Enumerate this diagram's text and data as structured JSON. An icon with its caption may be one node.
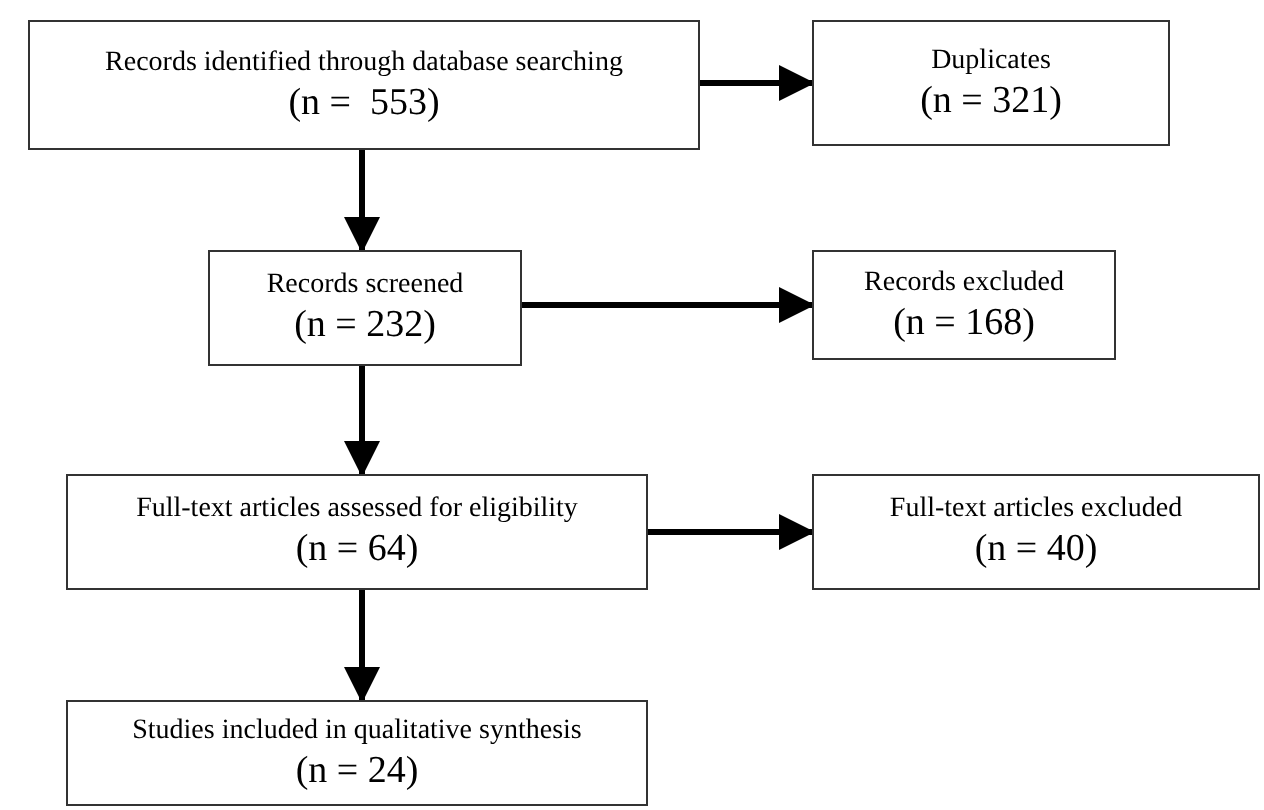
{
  "diagram": {
    "nodes": [
      {
        "text": [
          "Records identified through database searching",
          "(n =  553)"
        ]
      },
      {
        "text": [
          "Duplicates",
          "(n = 321)"
        ]
      },
      {
        "text": [
          "Records screened",
          "(n = 232)"
        ]
      },
      {
        "text": [
          "Records excluded",
          "(n = 168)"
        ]
      },
      {
        "text": [
          "Full-text articles assessed for eligibility",
          "(n = 64)"
        ]
      },
      {
        "text": [
          "Full-text articles excluded",
          "(n = 40)"
        ]
      },
      {
        "text": [
          "Studies included in qualitative synthesis",
          "(n = 24)"
        ]
      }
    ],
    "edges": [
      {
        "from": 0,
        "to": 1,
        "arrow": "to"
      },
      {
        "from": 0,
        "to": 2,
        "arrow": "to"
      },
      {
        "from": 2,
        "to": 3,
        "arrow": "to"
      },
      {
        "from": 2,
        "to": 4,
        "arrow": "to"
      },
      {
        "from": 4,
        "to": 5,
        "arrow": "to"
      },
      {
        "from": 4,
        "to": 6,
        "arrow": "to"
      }
    ]
  }
}
